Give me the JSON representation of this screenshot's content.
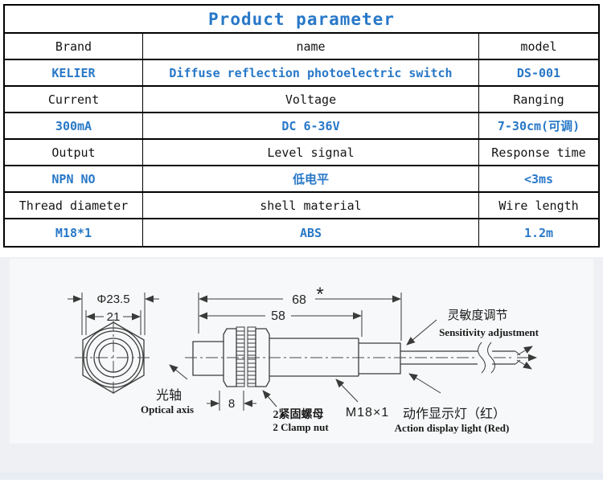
{
  "title": "Product parameter",
  "colors": {
    "accent": "#2878c8",
    "table_text": "#141414",
    "line": "#3c3c3c"
  },
  "table": {
    "rows": [
      {
        "type": "header",
        "cells": [
          "Brand",
          "name",
          "model"
        ]
      },
      {
        "type": "value",
        "cells": [
          "KELIER",
          "Diffuse reflection photoelectric switch",
          "DS-001"
        ]
      },
      {
        "type": "header",
        "cells": [
          "Current",
          "Voltage",
          "Ranging"
        ]
      },
      {
        "type": "value",
        "cells": [
          "300mA",
          "DC 6-36V",
          "7-30cm(可调)"
        ]
      },
      {
        "type": "header",
        "cells": [
          "Output",
          "Level signal",
          "Response time"
        ]
      },
      {
        "type": "value",
        "cells": [
          "NPN NO",
          "低电平",
          "<3ms"
        ]
      },
      {
        "type": "header",
        "cells": [
          "Thread diameter",
          "shell material",
          "Wire length"
        ]
      },
      {
        "type": "value",
        "cells": [
          "M18*1",
          "ABS",
          "1.2m"
        ]
      }
    ]
  },
  "diagram": {
    "dims": {
      "front_diameter": "Φ23.5",
      "front_width": "21",
      "overall_length": "68",
      "overall_note": "*",
      "body_length": "58",
      "nut_length": "8",
      "thread_spec": "M18×1"
    },
    "labels": {
      "optical_axis_zh": "光轴",
      "optical_axis_en": "Optical axis",
      "clamp_nut_zh": "2紧固螺母",
      "clamp_nut_en": "2 Clamp nut",
      "sensitivity_zh": "灵敏度调节",
      "sensitivity_en": "Sensitivity adjustment",
      "action_light_zh": "动作显示灯（红）",
      "action_light_en": "Action display light (Red)"
    }
  }
}
